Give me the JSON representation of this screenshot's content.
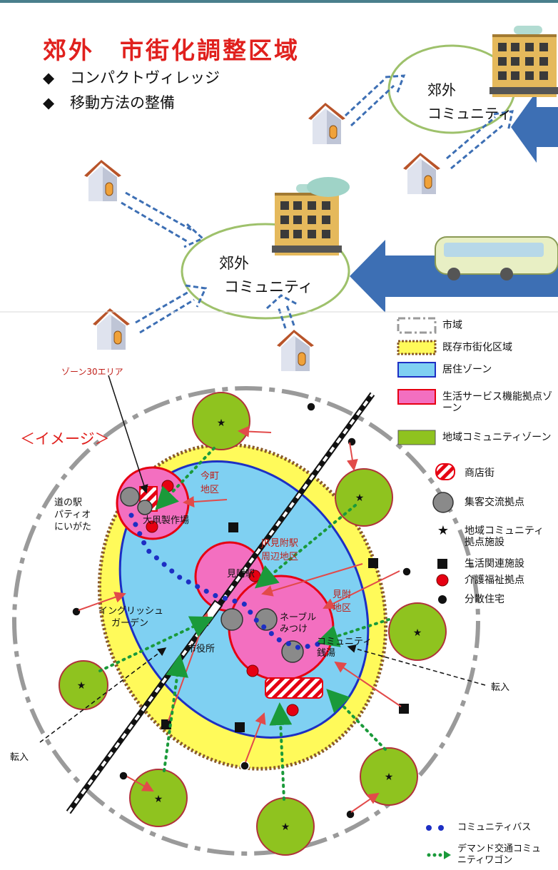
{
  "header": {
    "title": "郊外　市街化調整区域",
    "bullets": [
      "コンパクトヴィレッジ",
      "移動方法の整備"
    ],
    "bullet_mark": "◆"
  },
  "top_diagram": {
    "community_upper": [
      "郊外",
      "コミュニティ"
    ],
    "community_lower": [
      "郊外",
      "コミュニティ"
    ]
  },
  "map": {
    "zone30": "ゾーン30エリア",
    "image_label": "＜イメージ＞",
    "imamachi": [
      "今町",
      "地区"
    ],
    "jr_area": [
      "JR見附駅",
      "周辺地区"
    ],
    "mitsuke_district": [
      "見附",
      "地区"
    ],
    "michinoeki": [
      "道の駅",
      "パティオ",
      "にいがた"
    ],
    "factory": "大凧製作場",
    "station": "見附駅",
    "garden": [
      "イングリッシュ",
      "ガーデン"
    ],
    "neople": [
      "ネーブル",
      "みつけ"
    ],
    "community_bath": [
      "コミュニティ",
      "銭湯"
    ],
    "city_hall": "市役所",
    "tennyu_left": "転入",
    "tennyu_right": "転入"
  },
  "legend": {
    "items": [
      "市域",
      "既存市街化区域",
      "居住ゾーン",
      "生活サービス機能拠点ゾーン",
      "地域コミュニティゾーン",
      "商店街",
      "集客交流拠点",
      "地域コミュニティ拠点施設",
      "生活関連施設",
      "介護福祉拠点",
      "分散住宅"
    ],
    "bottom": [
      "コミュニティバス",
      "デマンド交通コミュニティワゴン"
    ]
  },
  "colors": {
    "title_red": "#e0201d",
    "yellow_zone": "#fffa5a",
    "blue_zone": "#7fd0f2",
    "pink_zone": "#f36fc0",
    "green_zone": "#8fc31f",
    "arrow_blue": "#3d6fb4",
    "red_marker": "#e60012"
  }
}
